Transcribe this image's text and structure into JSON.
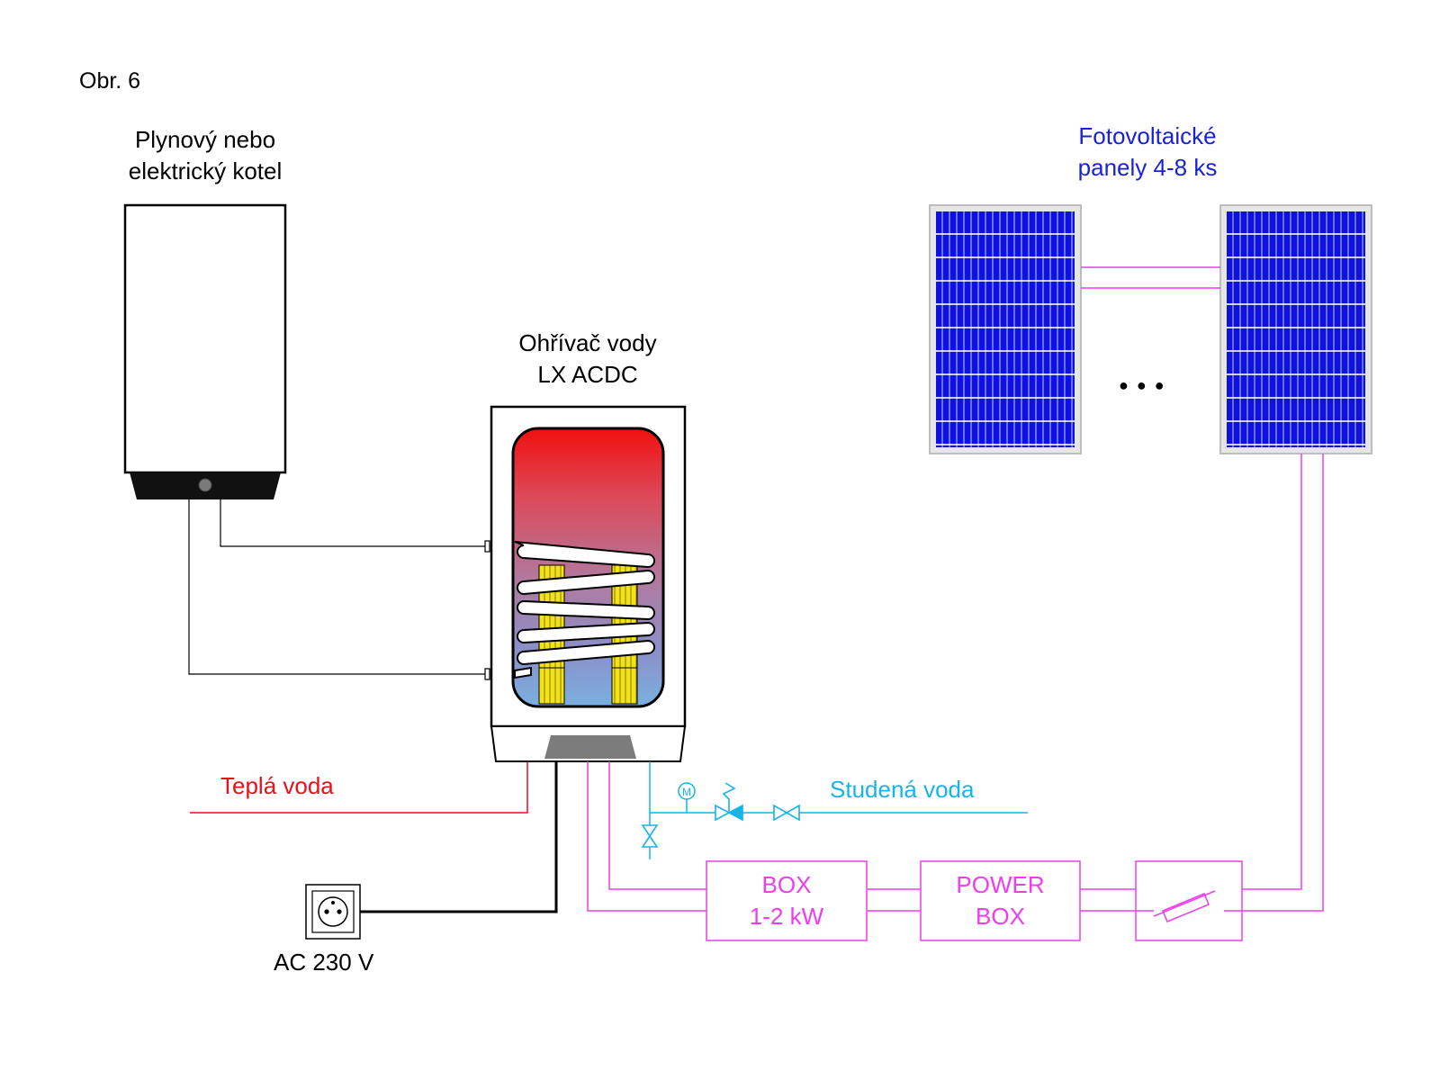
{
  "figure_label": "Obr. 6",
  "boiler": {
    "line1": "Plynový nebo",
    "line2": "elektrický kotel"
  },
  "heater": {
    "line1": "Ohřívač vody",
    "line2": "LX ACDC"
  },
  "pv": {
    "line1": "Fotovoltaické",
    "line2": "panely 4-8 ks",
    "ellipsis": "● ● ●"
  },
  "hot_water": "Teplá voda",
  "cold_water": "Studená voda",
  "socket_label": "AC 230 V",
  "box1": {
    "line1": "BOX",
    "line2": "1-2 kW"
  },
  "box2": {
    "line1": "POWER",
    "line2": "BOX"
  },
  "manometer_letter": "M",
  "colors": {
    "hot": "#e8101a",
    "cold": "#17b4e8",
    "dc": "#f03cf0",
    "pv_label": "#1a22d8",
    "line": "#000000"
  }
}
